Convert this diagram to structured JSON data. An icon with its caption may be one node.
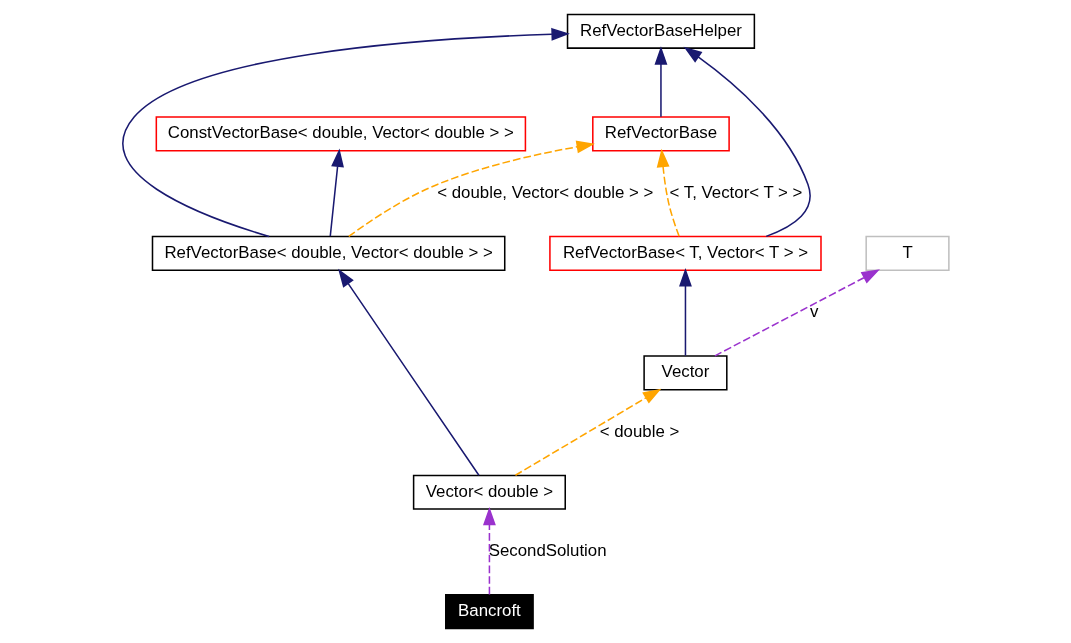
{
  "diagram": {
    "nodes": [
      {
        "text": [
          "RefVectorBaseHelper"
        ]
      },
      {
        "text": [
          "ConstVectorBase< double, Vector< double > >"
        ]
      },
      {
        "text": [
          "RefVectorBase"
        ]
      },
      {
        "text": [
          "RefVectorBase< double, Vector< double > >"
        ]
      },
      {
        "text": [
          "RefVectorBase< T, Vector< T > >"
        ]
      },
      {
        "text": [
          "T"
        ]
      },
      {
        "text": [
          "Vector"
        ]
      },
      {
        "text": [
          "Vector< double >"
        ]
      },
      {
        "text": [
          "Bancroft"
        ]
      }
    ],
    "edges": [
      {
        "from": 3,
        "to": 1,
        "arrow": "to"
      },
      {
        "from": 3,
        "to": 0,
        "arrow": "to"
      },
      {
        "from": 2,
        "to": 0,
        "arrow": "to"
      },
      {
        "from": 4,
        "to": 0,
        "arrow": "to"
      },
      {
        "from": 3,
        "to": 2,
        "arrow": "to",
        "label": "< double, Vector< double > >",
        "style": "dashed",
        "color": "#ffa500"
      },
      {
        "from": 4,
        "to": 2,
        "arrow": "to",
        "label": "< T, Vector< T > >",
        "style": "dashed",
        "color": "#ffa500"
      },
      {
        "from": 6,
        "to": 4,
        "arrow": "to"
      },
      {
        "from": 6,
        "to": 5,
        "arrow": "to",
        "label": "v",
        "style": "dashed",
        "color": "#9a32cd"
      },
      {
        "from": 7,
        "to": 3,
        "arrow": "to"
      },
      {
        "from": 7,
        "to": 6,
        "arrow": "to",
        "label": "< double >",
        "style": "dashed",
        "color": "#ffa500"
      },
      {
        "from": 8,
        "to": 7,
        "arrow": "to",
        "label": "SecondSolution",
        "style": "dashed",
        "color": "#9a32cd"
      }
    ]
  }
}
